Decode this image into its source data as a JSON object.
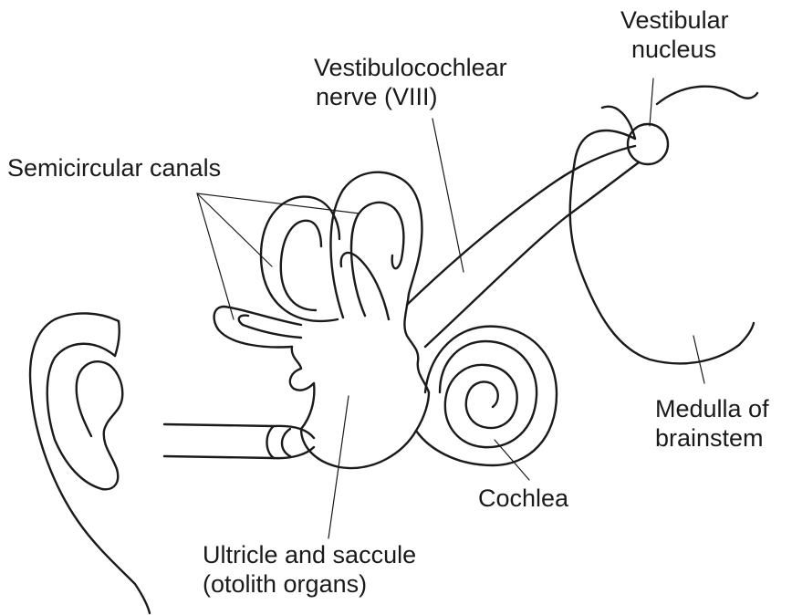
{
  "labels": {
    "vestibular_nucleus": [
      "Vestibular",
      "nucleus"
    ],
    "vestibulocochlear_nerve": [
      "Vestibulocochlear",
      "nerve (VIII)"
    ],
    "semicircular_canals": [
      "Semicircular canals"
    ],
    "medulla": [
      "Medulla of",
      "brainstem"
    ],
    "cochlea": [
      "Cochlea"
    ],
    "utricle_saccule": [
      "Ultricle and saccule",
      "(otolith organs)"
    ]
  },
  "colors": {
    "line": "#1a1a1a",
    "background": "#ffffff"
  }
}
